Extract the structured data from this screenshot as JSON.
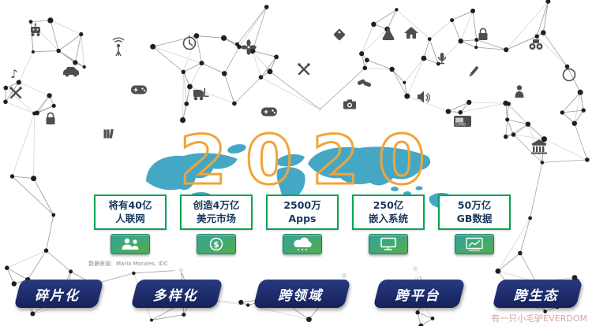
{
  "slide": {
    "year": "2020",
    "source": "数据来源：Mario Morales, IDC",
    "watermark": "有一只小毛驴EVERDOM",
    "stats": [
      {
        "line1": "将有40亿",
        "line2": "人联网",
        "icon": "people-icon"
      },
      {
        "line1": "创造4万亿",
        "line2": "美元市场",
        "icon": "dollar-icon"
      },
      {
        "line1": "2500万",
        "line2": "Apps",
        "icon": "cloud-apps-icon"
      },
      {
        "line1": "250亿",
        "line2": "嵌入系统",
        "icon": "monitor-icon"
      },
      {
        "line1": "50万亿",
        "line2": "GB数据",
        "icon": "data-chart-icon"
      }
    ],
    "banners": [
      {
        "label": "碎片化"
      },
      {
        "label": "多样化"
      },
      {
        "label": "跨领域"
      },
      {
        "label": "跨平台"
      },
      {
        "label": "跨生态"
      }
    ],
    "colors": {
      "accent_orange": "#F1A43A",
      "stat_border_green": "#00A651",
      "stat_text_navy": "#17375E",
      "banner_navy": "#1B2A6E",
      "map_teal": "#3BA4C2",
      "icon_gray": "#4E4E4E"
    }
  }
}
